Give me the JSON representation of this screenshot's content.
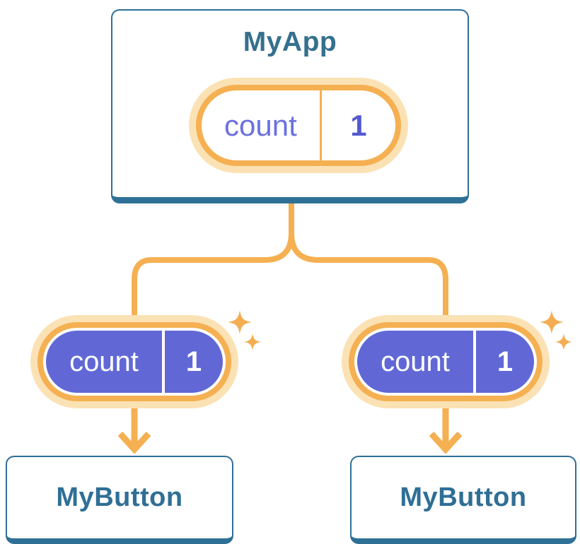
{
  "diagram": {
    "description": "component-tree-state-sharing",
    "root": {
      "title": "MyApp",
      "state_pill": {
        "name": "count",
        "value": "1"
      }
    },
    "children": [
      {
        "title": "MyButton",
        "prop_pill": {
          "name": "count",
          "value": "1"
        }
      },
      {
        "title": "MyButton",
        "prop_pill": {
          "name": "count",
          "value": "1"
        }
      }
    ]
  },
  "colors": {
    "card_border_blue": "#2F7096",
    "title_text_blue": "#35708E",
    "connector_orange": "#F5B052",
    "pill_halo_peach": "#FBE2B5",
    "pill_fill_purple": "#6168D6",
    "state_name_purple": "#6B70DF",
    "state_value_purple": "#5459CE",
    "sparkle_orange": "#F4AD52",
    "background": "#FFFFFF"
  }
}
